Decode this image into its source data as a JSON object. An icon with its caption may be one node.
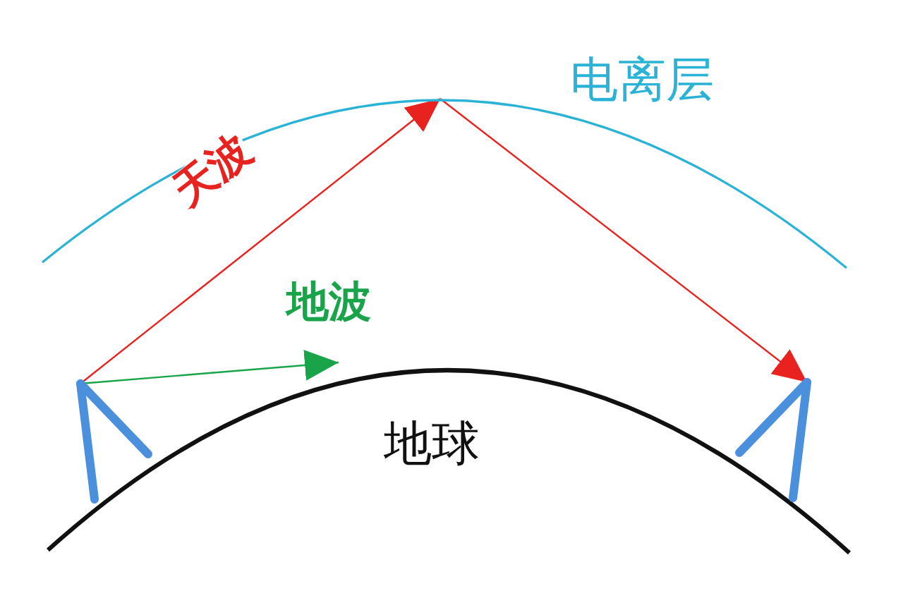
{
  "diagram": {
    "nodes": [
      {
        "text": [],
        "shape": "antenna"
      },
      {
        "text": [],
        "shape": "antenna"
      },
      {
        "text": [],
        "shape": "arc",
        "beside": [
          "电离层"
        ]
      }
    ],
    "labels": [
      "地球"
    ],
    "edges": [
      {
        "from": 0,
        "to": 2,
        "arrow": "to",
        "label": "天波"
      },
      {
        "from": 2,
        "to": 1,
        "arrow": "to"
      },
      {
        "from": 0,
        "to": null,
        "arrow": "to",
        "label": "地波",
        "color": "#19a44a"
      }
    ]
  }
}
